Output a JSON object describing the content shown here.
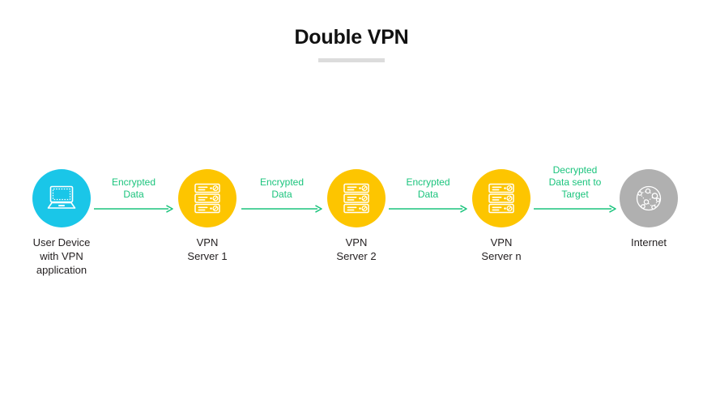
{
  "header": {
    "title": "Double VPN"
  },
  "colors": {
    "device": "#1ac6e8",
    "server": "#fdc500",
    "internet": "#b0b0b0",
    "arrow": "#1bc47d",
    "label_text": "#231f20",
    "title_text": "#111111",
    "title_rule": "#dcdcdc",
    "background": "#ffffff"
  },
  "diagram": {
    "type": "flow",
    "nodes": [
      {
        "id": "user-device",
        "label": "User Device\nwith VPN\napplication",
        "icon": "laptop-icon",
        "color": "#1ac6e8"
      },
      {
        "id": "vpn-server-1",
        "label": "VPN\nServer 1",
        "icon": "server-rack-icon",
        "color": "#fdc500"
      },
      {
        "id": "vpn-server-2",
        "label": "VPN\nServer 2",
        "icon": "server-rack-icon",
        "color": "#fdc500"
      },
      {
        "id": "vpn-server-n",
        "label": "VPN\nServer n",
        "icon": "server-rack-icon",
        "color": "#fdc500"
      },
      {
        "id": "internet",
        "label": "Internet",
        "icon": "network-globe-icon",
        "color": "#b0b0b0"
      }
    ],
    "arrows": [
      {
        "id": "arrow-1",
        "from": "user-device",
        "to": "vpn-server-1",
        "label": "Encrypted\nData"
      },
      {
        "id": "arrow-2",
        "from": "vpn-server-1",
        "to": "vpn-server-2",
        "label": "Encrypted\nData"
      },
      {
        "id": "arrow-3",
        "from": "vpn-server-2",
        "to": "vpn-server-n",
        "label": "Encrypted\nData"
      },
      {
        "id": "arrow-4",
        "from": "vpn-server-n",
        "to": "internet",
        "label": "Decrypted\nData sent to\nTarget"
      }
    ]
  }
}
